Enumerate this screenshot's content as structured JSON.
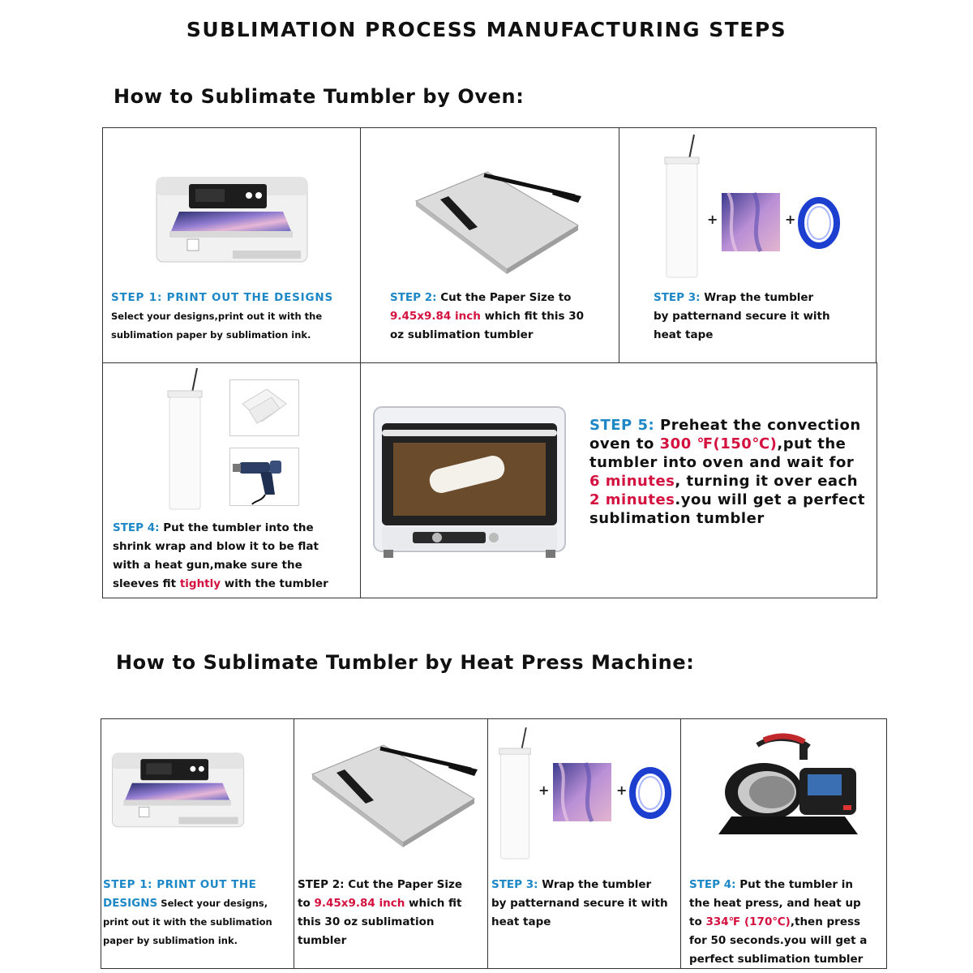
{
  "page_title": "SUBLIMATION PROCESS MANUFACTURING STEPS",
  "oven_section": {
    "heading": "How to Sublimate Tumbler by Oven:",
    "step1": {
      "label": "STEP 1: PRINT OUT THE DESIGNS",
      "line1": "Select your designs,print out it with the",
      "line2": "sublimation paper by sublimation ink."
    },
    "step2": {
      "label": "STEP 2:",
      "text1": " Cut the Paper Size to",
      "size": "9.45x9.84 inch",
      "text2": " which fit this 30",
      "line3": "oz sublimation tumbler"
    },
    "step3": {
      "label": "STEP 3:",
      "text1": " Wrap the tumbler",
      "line2": "by patternand secure it with",
      "line3": "heat tape"
    },
    "step4": {
      "label": "STEP 4:",
      "text1": " Put the tumbler into the",
      "line2": "shrink wrap and blow it to be flat",
      "line3": "with a heat gun,make sure the",
      "line4a": "sleeves fit ",
      "tight": "tightly",
      "line4b": " with the tumbler"
    },
    "step5": {
      "label": "STEP 5:",
      "text1": " Preheat the convection",
      "line2a": "oven to ",
      "temp": "300 ℉(150℃)",
      "line2b": ",put the",
      "line3": "tumbler into oven and wait for",
      "time1": "6 minutes",
      "line4b": ", turning it over each",
      "time2": "2 minutes",
      "line5b": ".you will get a perfect",
      "line6": "sublimation tumbler"
    }
  },
  "press_section": {
    "heading": "How to Sublimate Tumbler by Heat Press Machine:",
    "step1": {
      "label1": "STEP 1: PRINT OUT THE",
      "label2": "DESIGNS",
      "text2": " Select your designs,",
      "line3": "print out it with the  sublimation",
      "line4": "paper by sublimation ink."
    },
    "step2": {
      "label": "STEP 2: Cut the Paper Size",
      "line2a": "to ",
      "size": "9.45x9.84 inch",
      "line2b": " which fit",
      "line3": "this 30  oz sublimation",
      "line4": "tumbler"
    },
    "step3": {
      "label": "STEP 3:",
      "text1": " Wrap the tumbler",
      "line2": "by patternand secure it with",
      "line3": "heat tape"
    },
    "step4": {
      "label": "STEP 4:",
      "text1": " Put the tumbler in",
      "line2": "the heat press, and heat up",
      "line3a": "to ",
      "temp": "334℉ (170℃)",
      "line3b": ",then press",
      "line4": "for 50 seconds.you will get a",
      "line5": "perfect sublimation tumbler"
    }
  },
  "plus_sign": "+",
  "colors": {
    "step_blue": "#1e88c7",
    "highlight_red": "#d4123f",
    "border": "#333333"
  }
}
